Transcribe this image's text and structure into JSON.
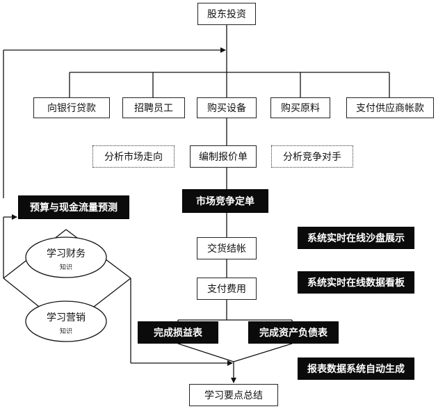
{
  "nodes": {
    "top": "股东投资",
    "bank_loan": "向银行贷款",
    "hire_staff": "招聘员工",
    "buy_equipment": "购买设备",
    "buy_materials": "购买原料",
    "pay_supplier": "支付供应商帐款",
    "analyze_market": "分析市场走向",
    "compile_quote": "编制报价单",
    "analyze_competitors": "分析竞争对手",
    "budget_forecast": "预算与现金流量预测",
    "market_order": "市场竞争定单",
    "delivery": "交货结帐",
    "pay_expenses": "支付费用",
    "income_statement": "完成损益表",
    "balance_sheet": "完成资产负债表",
    "summary": "学习要点总结"
  },
  "ovals": {
    "finance": {
      "label": "学习财务",
      "sub": "知识"
    },
    "marketing": {
      "label": "学习营销",
      "sub": "知识"
    }
  },
  "notes": {
    "sandbox": "系统实时在线沙盘展示",
    "dashboard": "系统实时在线数据看板",
    "auto_report": "报表数据系统自动生成"
  }
}
